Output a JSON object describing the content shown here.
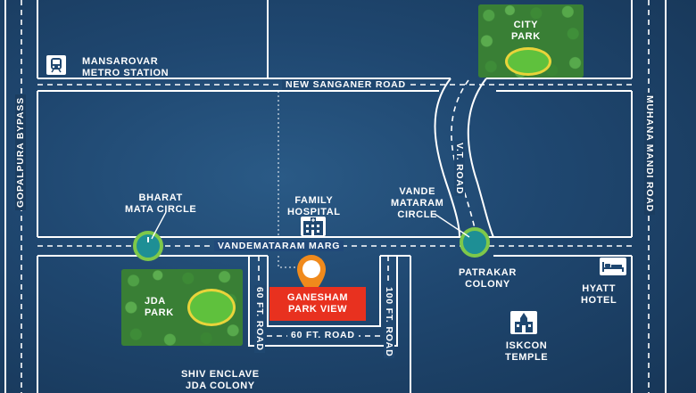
{
  "roads": {
    "new_sanganer": "NEW SANGANER ROAD",
    "vandemataram": "VANDEMATARAM MARG",
    "vt_road": "V.T. ROAD",
    "gopalpura": "GOPALPURA BYPASS",
    "muhana": "MUHANA MANDI ROAD",
    "sixty_vertical": "60 FT. ROAD",
    "sixty_horizontal": "60 FT. ROAD",
    "hundred": "100 FT. ROAD"
  },
  "places": {
    "metro_line1": "MANSAROVAR",
    "metro_line2": "METRO STATION",
    "city_park_line1": "CITY",
    "city_park_line2": "PARK",
    "bharat_line1": "BHARAT",
    "bharat_line2": "MATA CIRCLE",
    "hospital_line1": "FAMILY",
    "hospital_line2": "HOSPITAL",
    "vande_line1": "VANDE",
    "vande_line2": "MATARAM",
    "vande_line3": "CIRCLE",
    "jda_line1": "JDA",
    "jda_line2": "PARK",
    "project_line1": "GANESHAM",
    "project_line2": "PARK VIEW",
    "patrakar_line1": "PATRAKAR",
    "patrakar_line2": "COLONY",
    "hyatt_line1": "HYATT",
    "hyatt_line2": "HOTEL",
    "iskcon_line1": "ISKCON",
    "iskcon_line2": "TEMPLE",
    "shiv_line1": "SHIV ENCLAVE",
    "shiv_line2": "JDA COLONY"
  },
  "icons": {
    "metro": "train-icon",
    "hospital": "hospital-building-icon",
    "hotel": "bed-icon",
    "temple": "temple-icon",
    "pin": "location-pin-icon"
  },
  "colors": {
    "background": "#1f4770",
    "road_line": "#ffffff",
    "park_green": "#397f35",
    "lawn": "#5fc13d",
    "lawn_ring": "#e9d43a",
    "circle_teal": "#1e8f95",
    "circle_ring": "#7ec84a",
    "project_red": "#e8311f",
    "pin_orange": "#f08a1c"
  }
}
